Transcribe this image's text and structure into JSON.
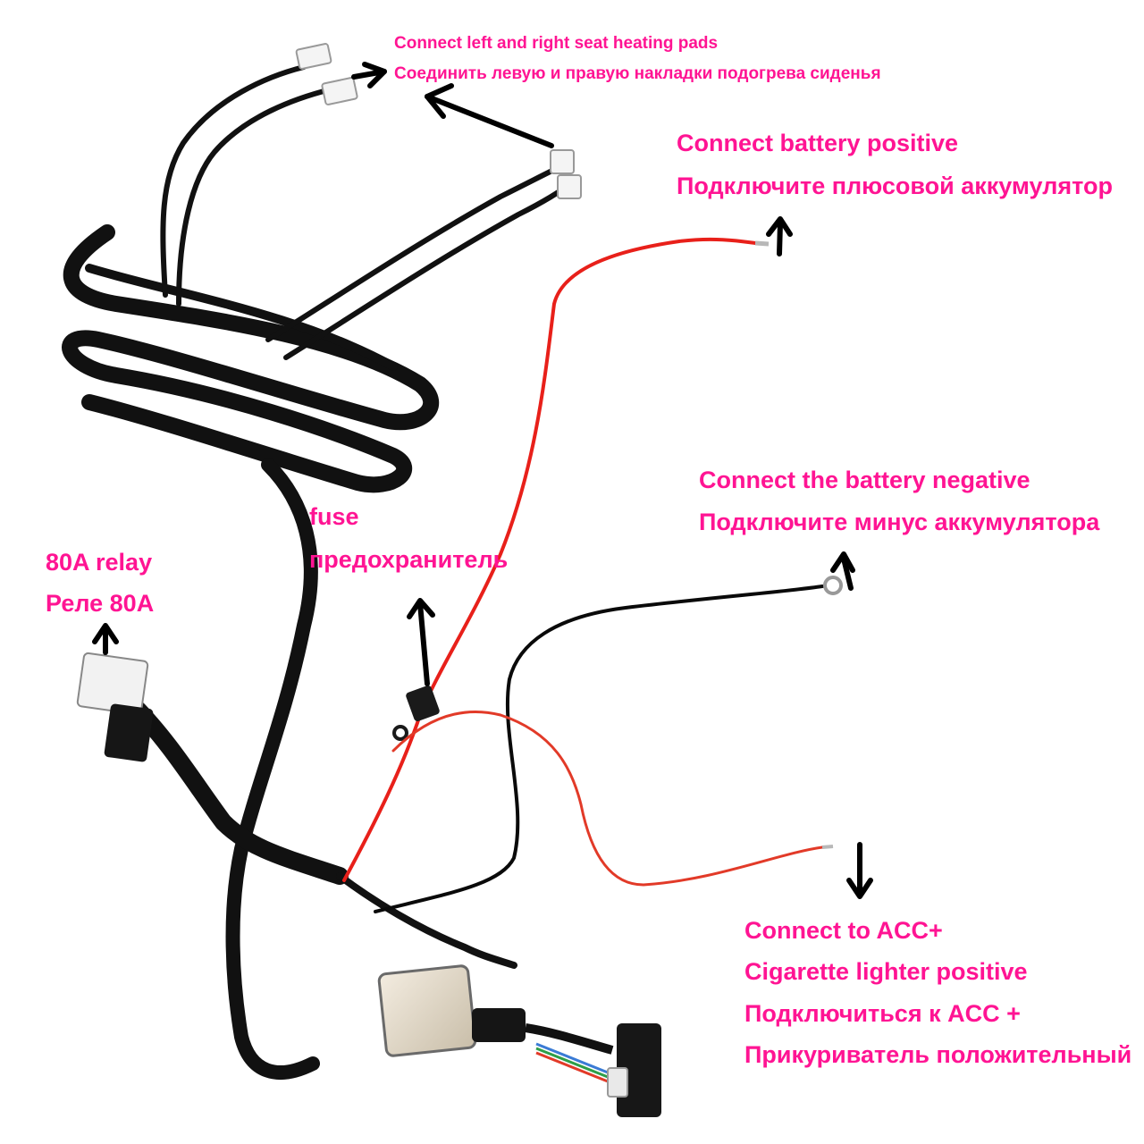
{
  "image": {
    "background": "#ffffff",
    "label_color": "#ff1493",
    "arrow_color": "#000000",
    "wire_colors": {
      "harness": "#111111",
      "positive": "#e8201a",
      "negative": "#0a0a0a",
      "acc": "#e23a28"
    }
  },
  "labels": {
    "seat_pads": {
      "en": "Connect left and right seat heating pads",
      "ru": "Соединить левую и правую накладки подогрева сиденья"
    },
    "battery_positive": {
      "en": "Connect  battery positive",
      "ru": "Подключите плюсовой аккумулятор"
    },
    "battery_negative": {
      "en": "Connect the battery negative",
      "ru": "Подключите минус аккумулятора"
    },
    "fuse": {
      "en": "fuse",
      "ru": "предохранитель"
    },
    "relay": {
      "en": "80A relay",
      "ru": "Реле 80A"
    },
    "acc": {
      "line1": "Connect to ACC+",
      "line2": "Cigarette lighter positive",
      "line3": "Подключиться к ACC +",
      "line4": "Прикуриватель положительный"
    }
  }
}
